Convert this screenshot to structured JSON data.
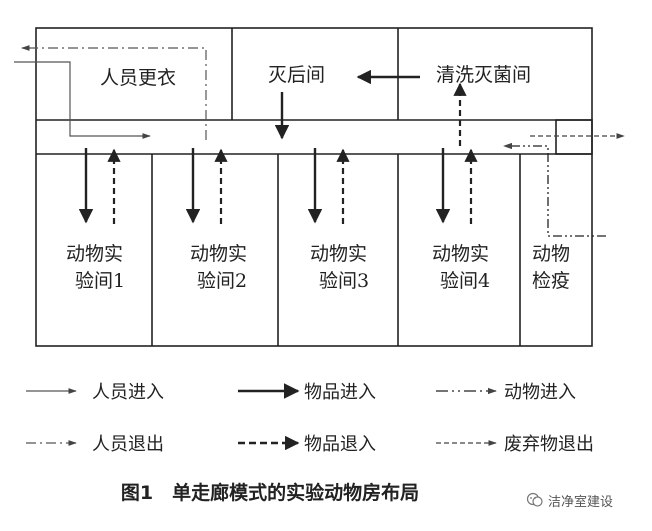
{
  "rooms": {
    "changing": "人员更衣",
    "sterile_store": "灭后间",
    "wash_sterilize": "清洗灭菌间",
    "lab1": [
      "动物实",
      "验间1"
    ],
    "lab2": [
      "动物实",
      "验间2"
    ],
    "lab3": [
      "动物实",
      "验间3"
    ],
    "lab4": [
      "动物实",
      "验间4"
    ],
    "quarantine": [
      "动物",
      "检疫"
    ]
  },
  "legend": [
    {
      "label": "人员进入",
      "style": "thin-solid"
    },
    {
      "label": "物品进入",
      "style": "thick-solid"
    },
    {
      "label": "动物进入",
      "style": "dash-dot-dot"
    },
    {
      "label": "人员退出",
      "style": "dash-dot"
    },
    {
      "label": "物品退入",
      "style": "thick-dashed"
    },
    {
      "label": "废弃物退出",
      "style": "thin-dashed"
    }
  ],
  "caption": "图1　单走廊模式的实验动物房布局",
  "watermark": "洁净室建设",
  "colors": {
    "line": "#222222",
    "thin": "#555555"
  }
}
